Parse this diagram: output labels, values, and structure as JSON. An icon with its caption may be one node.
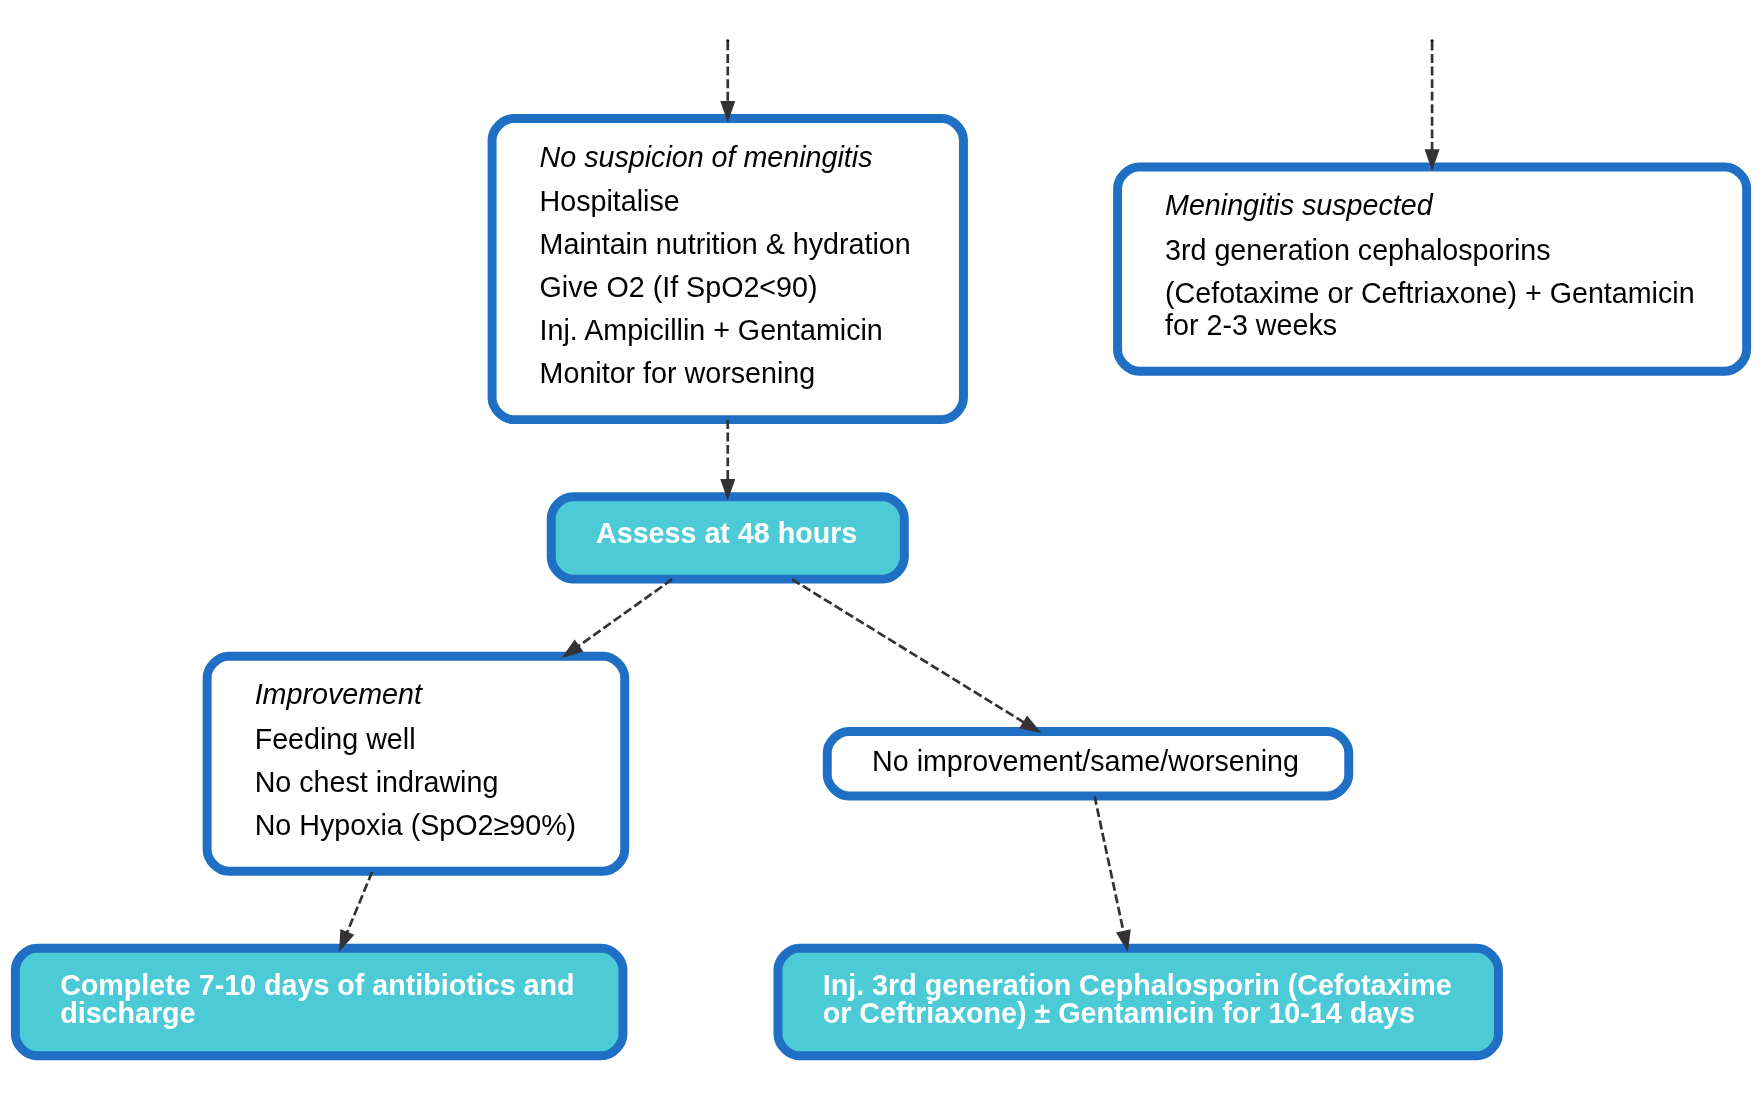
{
  "diagram": {
    "nodes": [
      {
        "text": [
          "No suspicion of meningitis",
          "Hospitalise",
          "Maintain nutrition & hydration",
          "Give O2 (If SpO2<90)",
          "Inj. Ampicillin + Gentamicin",
          "Monitor for worsening"
        ]
      },
      {
        "text": [
          "Meningitis suspected",
          "3rd generation cephalosporins",
          "(Cefotaxime or Ceftriaxone) + Gentamicin for 2-3 weeks"
        ]
      },
      {
        "text": [
          "Assess at 48 hours"
        ]
      },
      {
        "text": [
          "Improvement",
          "Feeding well",
          "No chest indrawing",
          "No Hypoxia (SpO2≥90%)"
        ]
      },
      {
        "text": [
          "No improvement/same/worsening"
        ]
      },
      {
        "text": [
          "Complete 7-10 days of antibiotics and discharge"
        ]
      },
      {
        "text": [
          "Inj. 3rd generation Cephalosporin (Cefotaxime or Ceftriaxone) ± Gentamicin for 10-14 days"
        ]
      }
    ],
    "edges": [
      {
        "from": null,
        "to": 0,
        "arrow": "to",
        "style": "dashed"
      },
      {
        "from": null,
        "to": 1,
        "arrow": "to",
        "style": "dashed"
      },
      {
        "from": 0,
        "to": 2,
        "arrow": "to",
        "style": "dashed"
      },
      {
        "from": 2,
        "to": 3,
        "arrow": "to",
        "style": "dashed"
      },
      {
        "from": 2,
        "to": 4,
        "arrow": "to",
        "style": "dashed"
      },
      {
        "from": 3,
        "to": 5,
        "arrow": "to",
        "style": "dashed"
      },
      {
        "from": 4,
        "to": 6,
        "arrow": "to",
        "style": "dashed"
      }
    ]
  }
}
